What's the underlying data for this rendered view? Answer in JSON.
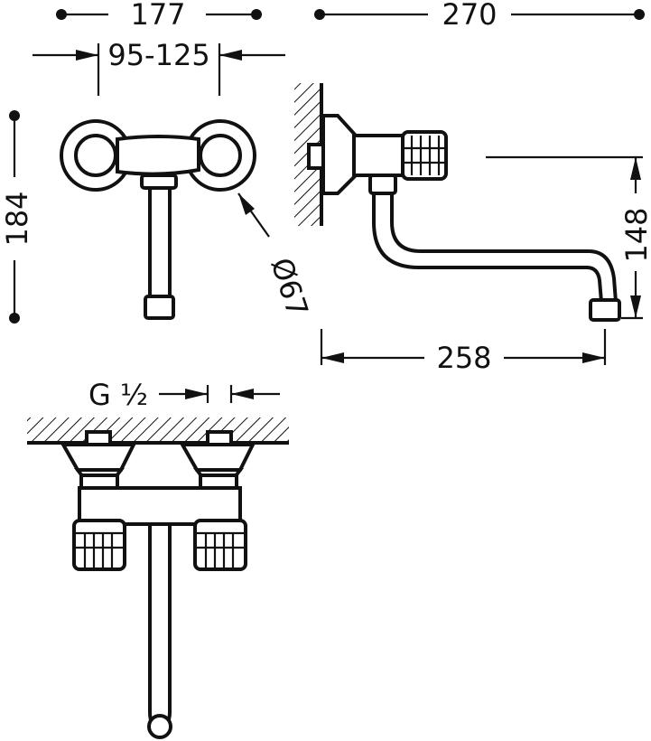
{
  "dimensions": {
    "overall_width": "177",
    "center_distance": "95-125",
    "overall_height": "184",
    "diameter": "Ø67",
    "side_length": "270",
    "spout_drop": "148",
    "spout_reach": "258",
    "thread": "G ½"
  }
}
